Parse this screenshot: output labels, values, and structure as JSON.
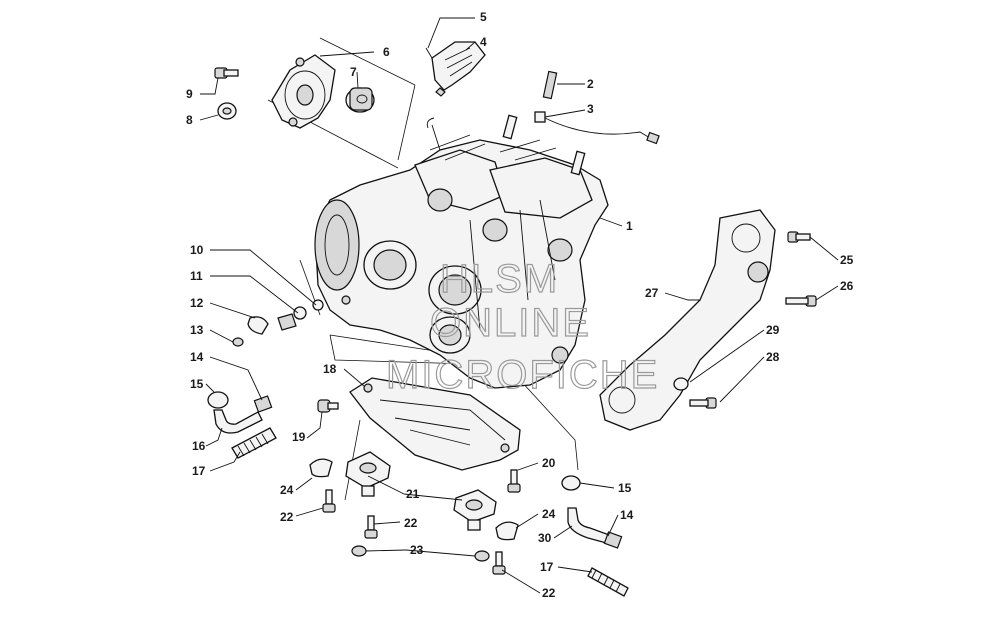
{
  "watermark": {
    "line1": "HLSM",
    "line2": "ONLINE",
    "line3": "MICROFICHE"
  },
  "callouts": {
    "c1": "1",
    "c2": "2",
    "c3": "3",
    "c4": "4",
    "c5": "5",
    "c6": "6",
    "c7": "7",
    "c8": "8",
    "c9": "9",
    "c10": "10",
    "c11": "11",
    "c12": "12",
    "c13": "13",
    "c14a": "14",
    "c14b": "14",
    "c15a": "15",
    "c15b": "15",
    "c16": "16",
    "c17a": "17",
    "c17b": "17",
    "c18": "18",
    "c19": "19",
    "c20": "20",
    "c21": "21",
    "c22a": "22",
    "c22b": "22",
    "c22c": "22",
    "c23": "23",
    "c24a": "24",
    "c24b": "24",
    "c25": "25",
    "c26": "26",
    "c27": "27",
    "c28": "28",
    "c29": "29",
    "c30": "30"
  }
}
